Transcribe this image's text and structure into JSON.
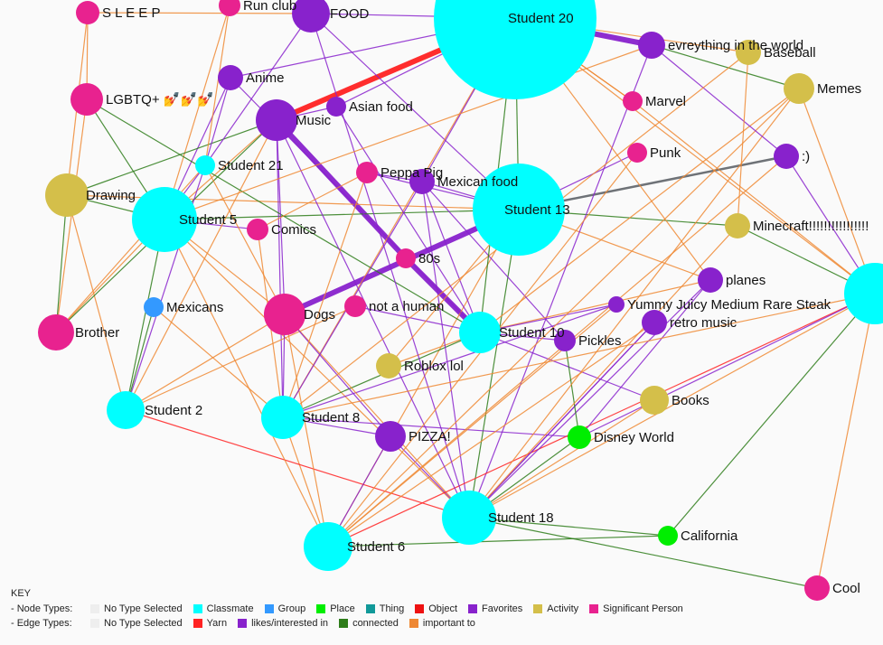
{
  "key": {
    "title": "KEY",
    "node_types_label": "- Node Types:",
    "edge_types_label": "- Edge Types:",
    "node_types": [
      {
        "label": "No Type Selected",
        "color": "#eeeeee"
      },
      {
        "label": "Classmate",
        "color": "#00ffff"
      },
      {
        "label": "Group",
        "color": "#3399ff"
      },
      {
        "label": "Place",
        "color": "#00ee00"
      },
      {
        "label": "Thing",
        "color": "#119999"
      },
      {
        "label": "Object",
        "color": "#ee1111"
      },
      {
        "label": "Favorites",
        "color": "#8822cc"
      },
      {
        "label": "Activity",
        "color": "#d4bf4a"
      },
      {
        "label": "Significant Person",
        "color": "#e8228f"
      }
    ],
    "edge_types": [
      {
        "label": "No Type Selected",
        "color": "#eeeeee"
      },
      {
        "label": "Yarn",
        "color": "#ff2222"
      },
      {
        "label": "likes/interested in",
        "color": "#8822cc"
      },
      {
        "label": "connected",
        "color": "#2e7d1a"
      },
      {
        "label": "important to",
        "color": "#ee8833"
      }
    ]
  },
  "nodes": {
    "sleep": {
      "label": "S L E E P",
      "type": "Significant Person"
    },
    "runclub": {
      "label": "Run club",
      "type": "Significant Person"
    },
    "food": {
      "label": "FOOD",
      "type": "Favorites"
    },
    "student20": {
      "label": "Student 20",
      "type": "Classmate"
    },
    "everything": {
      "label": "evreything in the world",
      "type": "Favorites"
    },
    "baseball": {
      "label": "Baseball",
      "type": "Activity"
    },
    "memes": {
      "label": "Memes",
      "type": "Activity"
    },
    "anime": {
      "label": "Anime",
      "type": "Favorites"
    },
    "lgbtq": {
      "label": "LGBTQ+ 💅💅💅",
      "type": "Significant Person"
    },
    "asianfood": {
      "label": "Asian food",
      "type": "Favorites"
    },
    "marvel": {
      "label": "Marvel",
      "type": "Significant Person"
    },
    "music": {
      "label": "Music",
      "type": "Favorites"
    },
    "punk": {
      "label": "Punk",
      "type": "Significant Person"
    },
    "smile": {
      "label": ":)",
      "type": "Favorites"
    },
    "student21": {
      "label": "Student 21",
      "type": "Classmate"
    },
    "peppapig": {
      "label": "Peppa Pig",
      "type": "Significant Person"
    },
    "mexicanfood": {
      "label": "Mexican food",
      "type": "Favorites"
    },
    "drawing": {
      "label": "Drawing",
      "type": "Activity"
    },
    "student13": {
      "label": "Student 13",
      "type": "Classmate"
    },
    "student5": {
      "label": "Student 5",
      "type": "Classmate"
    },
    "comics": {
      "label": "Comics",
      "type": "Significant Person"
    },
    "minecraft": {
      "label": "Minecraft!!!!!!!!!!!!!!!!",
      "type": "Activity"
    },
    "eighties": {
      "label": "80s",
      "type": "Significant Person"
    },
    "planes": {
      "label": "planes",
      "type": "Favorites"
    },
    "yummy": {
      "label": "Yummy Juicy Medium Rare Steak",
      "type": "Favorites"
    },
    "edgeclassmate": {
      "label": "",
      "type": "Classmate"
    },
    "mexicans": {
      "label": "Mexicans",
      "type": "Group"
    },
    "dogs": {
      "label": "Dogs",
      "type": "Significant Person"
    },
    "notahuman": {
      "label": "not a human",
      "type": "Significant Person"
    },
    "student10": {
      "label": "Student 10",
      "type": "Classmate"
    },
    "retromusic": {
      "label": "retro music",
      "type": "Favorites"
    },
    "brother": {
      "label": "Brother",
      "type": "Significant Person"
    },
    "pickles": {
      "label": "Pickles",
      "type": "Favorites"
    },
    "roblox": {
      "label": "Roblox lol",
      "type": "Activity"
    },
    "books": {
      "label": "Books",
      "type": "Activity"
    },
    "student2": {
      "label": "Student 2",
      "type": "Classmate"
    },
    "student8": {
      "label": "Student 8",
      "type": "Classmate"
    },
    "pizza": {
      "label": "PIZZA!",
      "type": "Favorites"
    },
    "disney": {
      "label": "Disney World",
      "type": "Place"
    },
    "student18": {
      "label": "Student 18",
      "type": "Classmate"
    },
    "california": {
      "label": "California",
      "type": "Place"
    },
    "student6": {
      "label": "Student 6",
      "type": "Classmate"
    },
    "cool": {
      "label": "Cool",
      "type": "Significant Person"
    }
  },
  "edges": [
    {
      "from": "music",
      "to": "student20",
      "type": "Yarn",
      "strong": true
    },
    {
      "from": "student20",
      "to": "everything",
      "type": "likes/interested in",
      "strong": true
    },
    {
      "from": "music",
      "to": "eighties",
      "type": "likes/interested in",
      "strong": true
    },
    {
      "from": "eighties",
      "to": "student10",
      "type": "likes/interested in",
      "strong": true
    },
    {
      "from": "dogs",
      "to": "student13",
      "type": "likes/interested in",
      "strong": true
    },
    {
      "from": "student13",
      "to": "smile",
      "type": "connected",
      "strong": true
    },
    {
      "from": "student5",
      "to": "comics",
      "type": "likes/interested in"
    },
    {
      "from": "student5",
      "to": "anime",
      "type": "likes/interested in"
    },
    {
      "from": "student5",
      "to": "drawing",
      "type": "connected"
    },
    {
      "from": "student5",
      "to": "dogs",
      "type": "important to"
    },
    {
      "from": "student5",
      "to": "brother",
      "type": "important to"
    },
    {
      "from": "student5",
      "to": "student2",
      "type": "connected"
    },
    {
      "from": "student5",
      "to": "lgbtq",
      "type": "connected"
    },
    {
      "from": "student5",
      "to": "music",
      "type": "important to"
    },
    {
      "from": "student5",
      "to": "runclub",
      "type": "important to"
    },
    {
      "from": "student5",
      "to": "student21",
      "type": "likes/interested in"
    },
    {
      "from": "student5",
      "to": "student18",
      "type": "important to"
    },
    {
      "from": "student13",
      "to": "mexicanfood",
      "type": "likes/interested in"
    },
    {
      "from": "student13",
      "to": "peppapig",
      "type": "likes/interested in"
    },
    {
      "from": "student13",
      "to": "minecraft",
      "type": "connected"
    },
    {
      "from": "student13",
      "to": "planes",
      "type": "important to"
    },
    {
      "from": "student13",
      "to": "student18",
      "type": "connected"
    },
    {
      "from": "student13",
      "to": "punk",
      "type": "likes/interested in"
    },
    {
      "from": "student13",
      "to": "student6",
      "type": "important to"
    },
    {
      "from": "student13",
      "to": "food",
      "type": "likes/interested in"
    },
    {
      "from": "student13",
      "to": "student5",
      "type": "connected"
    },
    {
      "from": "student13",
      "to": "drawing",
      "type": "important to"
    },
    {
      "from": "student20",
      "to": "food",
      "type": "likes/interested in"
    },
    {
      "from": "student20",
      "to": "asianfood",
      "type": "likes/interested in"
    },
    {
      "from": "student20",
      "to": "marvel",
      "type": "important to"
    },
    {
      "from": "student20",
      "to": "student13",
      "type": "connected"
    },
    {
      "from": "student20",
      "to": "anime",
      "type": "likes/interested in"
    },
    {
      "from": "student20",
      "to": "student8",
      "type": "important to"
    },
    {
      "from": "student20",
      "to": "baseball",
      "type": "important to"
    },
    {
      "from": "student10",
      "to": "pickles",
      "type": "likes/interested in"
    },
    {
      "from": "student10",
      "to": "notahuman",
      "type": "likes/interested in"
    },
    {
      "from": "student10",
      "to": "roblox",
      "type": "important to"
    },
    {
      "from": "student10",
      "to": "books",
      "type": "likes/interested in"
    },
    {
      "from": "student10",
      "to": "student8",
      "type": "connected"
    },
    {
      "from": "student10",
      "to": "memes",
      "type": "important to"
    },
    {
      "from": "student10",
      "to": "mexicanfood",
      "type": "likes/interested in"
    },
    {
      "from": "student8",
      "to": "pizza",
      "type": "likes/interested in"
    },
    {
      "from": "student8",
      "to": "disney",
      "type": "likes/interested in"
    },
    {
      "from": "student8",
      "to": "comics",
      "type": "important to"
    },
    {
      "from": "student8",
      "to": "mexicans",
      "type": "important to"
    },
    {
      "from": "student8",
      "to": "music",
      "type": "likes/interested in"
    },
    {
      "from": "student8",
      "to": "student6",
      "type": "important to"
    },
    {
      "from": "student8",
      "to": "yummy",
      "type": "likes/interested in"
    },
    {
      "from": "student18",
      "to": "california",
      "type": "connected"
    },
    {
      "from": "student18",
      "to": "disney",
      "type": "connected"
    },
    {
      "from": "student18",
      "to": "retromusic",
      "type": "likes/interested in"
    },
    {
      "from": "student18",
      "to": "pizza",
      "type": "likes/interested in"
    },
    {
      "from": "student18",
      "to": "dogs",
      "type": "important to"
    },
    {
      "from": "student18",
      "to": "cool",
      "type": "connected"
    },
    {
      "from": "student18",
      "to": "student2",
      "type": "Yarn"
    },
    {
      "from": "student18",
      "to": "mexicanfood",
      "type": "likes/interested in"
    },
    {
      "from": "student18",
      "to": "everything",
      "type": "likes/interested in"
    },
    {
      "from": "student18",
      "to": "edgeclassmate",
      "type": "important to"
    },
    {
      "from": "student6",
      "to": "california",
      "type": "connected"
    },
    {
      "from": "student6",
      "to": "edgeclassmate",
      "type": "Yarn"
    },
    {
      "from": "student6",
      "to": "dogs",
      "type": "important to"
    },
    {
      "from": "student6",
      "to": "student5",
      "type": "important to"
    },
    {
      "from": "student6",
      "to": "retromusic",
      "type": "important to"
    },
    {
      "from": "student6",
      "to": "pizza",
      "type": "likes/interested in"
    },
    {
      "from": "student6",
      "to": "yummy",
      "type": "important to"
    },
    {
      "from": "student2",
      "to": "mexicans",
      "type": "connected"
    },
    {
      "from": "student2",
      "to": "dogs",
      "type": "important to"
    },
    {
      "from": "student2",
      "to": "notahuman",
      "type": "important to"
    },
    {
      "from": "student2",
      "to": "drawing",
      "type": "important to"
    },
    {
      "from": "student2",
      "to": "music",
      "type": "important to"
    },
    {
      "from": "brother",
      "to": "lgbtq",
      "type": "important to"
    },
    {
      "from": "brother",
      "to": "drawing",
      "type": "connected"
    },
    {
      "from": "brother",
      "to": "music",
      "type": "connected"
    },
    {
      "from": "lgbtq",
      "to": "sleep",
      "type": "important to"
    },
    {
      "from": "lgbtq",
      "to": "student10",
      "type": "connected"
    },
    {
      "from": "drawing",
      "to": "music",
      "type": "connected"
    },
    {
      "from": "drawing",
      "to": "sleep",
      "type": "important to"
    },
    {
      "from": "student21",
      "to": "anime",
      "type": "likes/interested in"
    },
    {
      "from": "student21",
      "to": "dogs",
      "type": "important to"
    },
    {
      "from": "student21",
      "to": "food",
      "type": "likes/interested in"
    },
    {
      "from": "music",
      "to": "dogs",
      "type": "likes/interested in"
    },
    {
      "from": "music",
      "to": "asianfood",
      "type": "likes/interested in"
    },
    {
      "from": "music",
      "to": "student18",
      "type": "likes/interested in"
    },
    {
      "from": "anime",
      "to": "student10",
      "type": "likes/interested in"
    },
    {
      "from": "runclub",
      "to": "student21",
      "type": "important to"
    },
    {
      "from": "food",
      "to": "student18",
      "type": "likes/interested in"
    },
    {
      "from": "sleep",
      "to": "food",
      "type": "important to"
    },
    {
      "from": "dogs",
      "to": "pizza",
      "type": "likes/interested in"
    },
    {
      "from": "dogs",
      "to": "student8",
      "type": "likes/interested in"
    },
    {
      "from": "peppapig",
      "to": "student8",
      "type": "important to"
    },
    {
      "from": "peppapig",
      "to": "mexicanfood",
      "type": "likes/interested in"
    },
    {
      "from": "mexicanfood",
      "to": "student8",
      "type": "likes/interested in"
    },
    {
      "from": "mexicanfood",
      "to": "pickles",
      "type": "likes/interested in"
    },
    {
      "from": "mexicanfood",
      "to": "student20",
      "type": "likes/interested in"
    },
    {
      "from": "planes",
      "to": "student18",
      "type": "likes/interested in"
    },
    {
      "from": "planes",
      "to": "disney",
      "type": "likes/interested in"
    },
    {
      "from": "planes",
      "to": "student10",
      "type": "important to"
    },
    {
      "from": "yummy",
      "to": "student10",
      "type": "likes/interested in"
    },
    {
      "from": "retromusic",
      "to": "student18",
      "type": "likes/interested in"
    },
    {
      "from": "pickles",
      "to": "disney",
      "type": "connected"
    },
    {
      "from": "books",
      "to": "student18",
      "type": "important to"
    },
    {
      "from": "memes",
      "to": "student18",
      "type": "important to"
    },
    {
      "from": "memes",
      "to": "student6",
      "type": "important to"
    },
    {
      "from": "memes",
      "to": "everything",
      "type": "connected"
    },
    {
      "from": "smile",
      "to": "everything",
      "type": "likes/interested in"
    },
    {
      "from": "smile",
      "to": "edgeclassmate",
      "type": "likes/interested in"
    },
    {
      "from": "smile",
      "to": "student6",
      "type": "important to"
    },
    {
      "from": "marvel",
      "to": "edgeclassmate",
      "type": "important to"
    },
    {
      "from": "marvel",
      "to": "student20",
      "type": "important to"
    },
    {
      "from": "punk",
      "to": "student6",
      "type": "important to"
    },
    {
      "from": "baseball",
      "to": "student8",
      "type": "important to"
    },
    {
      "from": "baseball",
      "to": "minecraft",
      "type": "important to"
    },
    {
      "from": "minecraft",
      "to": "edgeclassmate",
      "type": "connected"
    },
    {
      "from": "minecraft",
      "to": "student18",
      "type": "important to"
    },
    {
      "from": "edgeclassmate",
      "to": "cool",
      "type": "important to"
    },
    {
      "from": "edgeclassmate",
      "to": "california",
      "type": "connected"
    },
    {
      "from": "edgeclassmate",
      "to": "student8",
      "type": "important to"
    },
    {
      "from": "edgeclassmate",
      "to": "disney",
      "type": "likes/interested in"
    },
    {
      "from": "edgeclassmate",
      "to": "memes",
      "type": "important to"
    },
    {
      "from": "edgeclassmate",
      "to": "student20",
      "type": "important to"
    },
    {
      "from": "student10",
      "to": "student20",
      "type": "connected"
    },
    {
      "from": "comics",
      "to": "peppapig",
      "type": "important to"
    },
    {
      "from": "roblox",
      "to": "student13",
      "type": "important to"
    },
    {
      "from": "student2",
      "to": "student21",
      "type": "likes/interested in"
    },
    {
      "from": "brother",
      "to": "student21",
      "type": "important to"
    },
    {
      "from": "asianfood",
      "to": "student10",
      "type": "likes/interested in"
    },
    {
      "from": "everything",
      "to": "student5",
      "type": "important to"
    },
    {
      "from": "planes",
      "to": "student20",
      "type": "important to"
    }
  ]
}
